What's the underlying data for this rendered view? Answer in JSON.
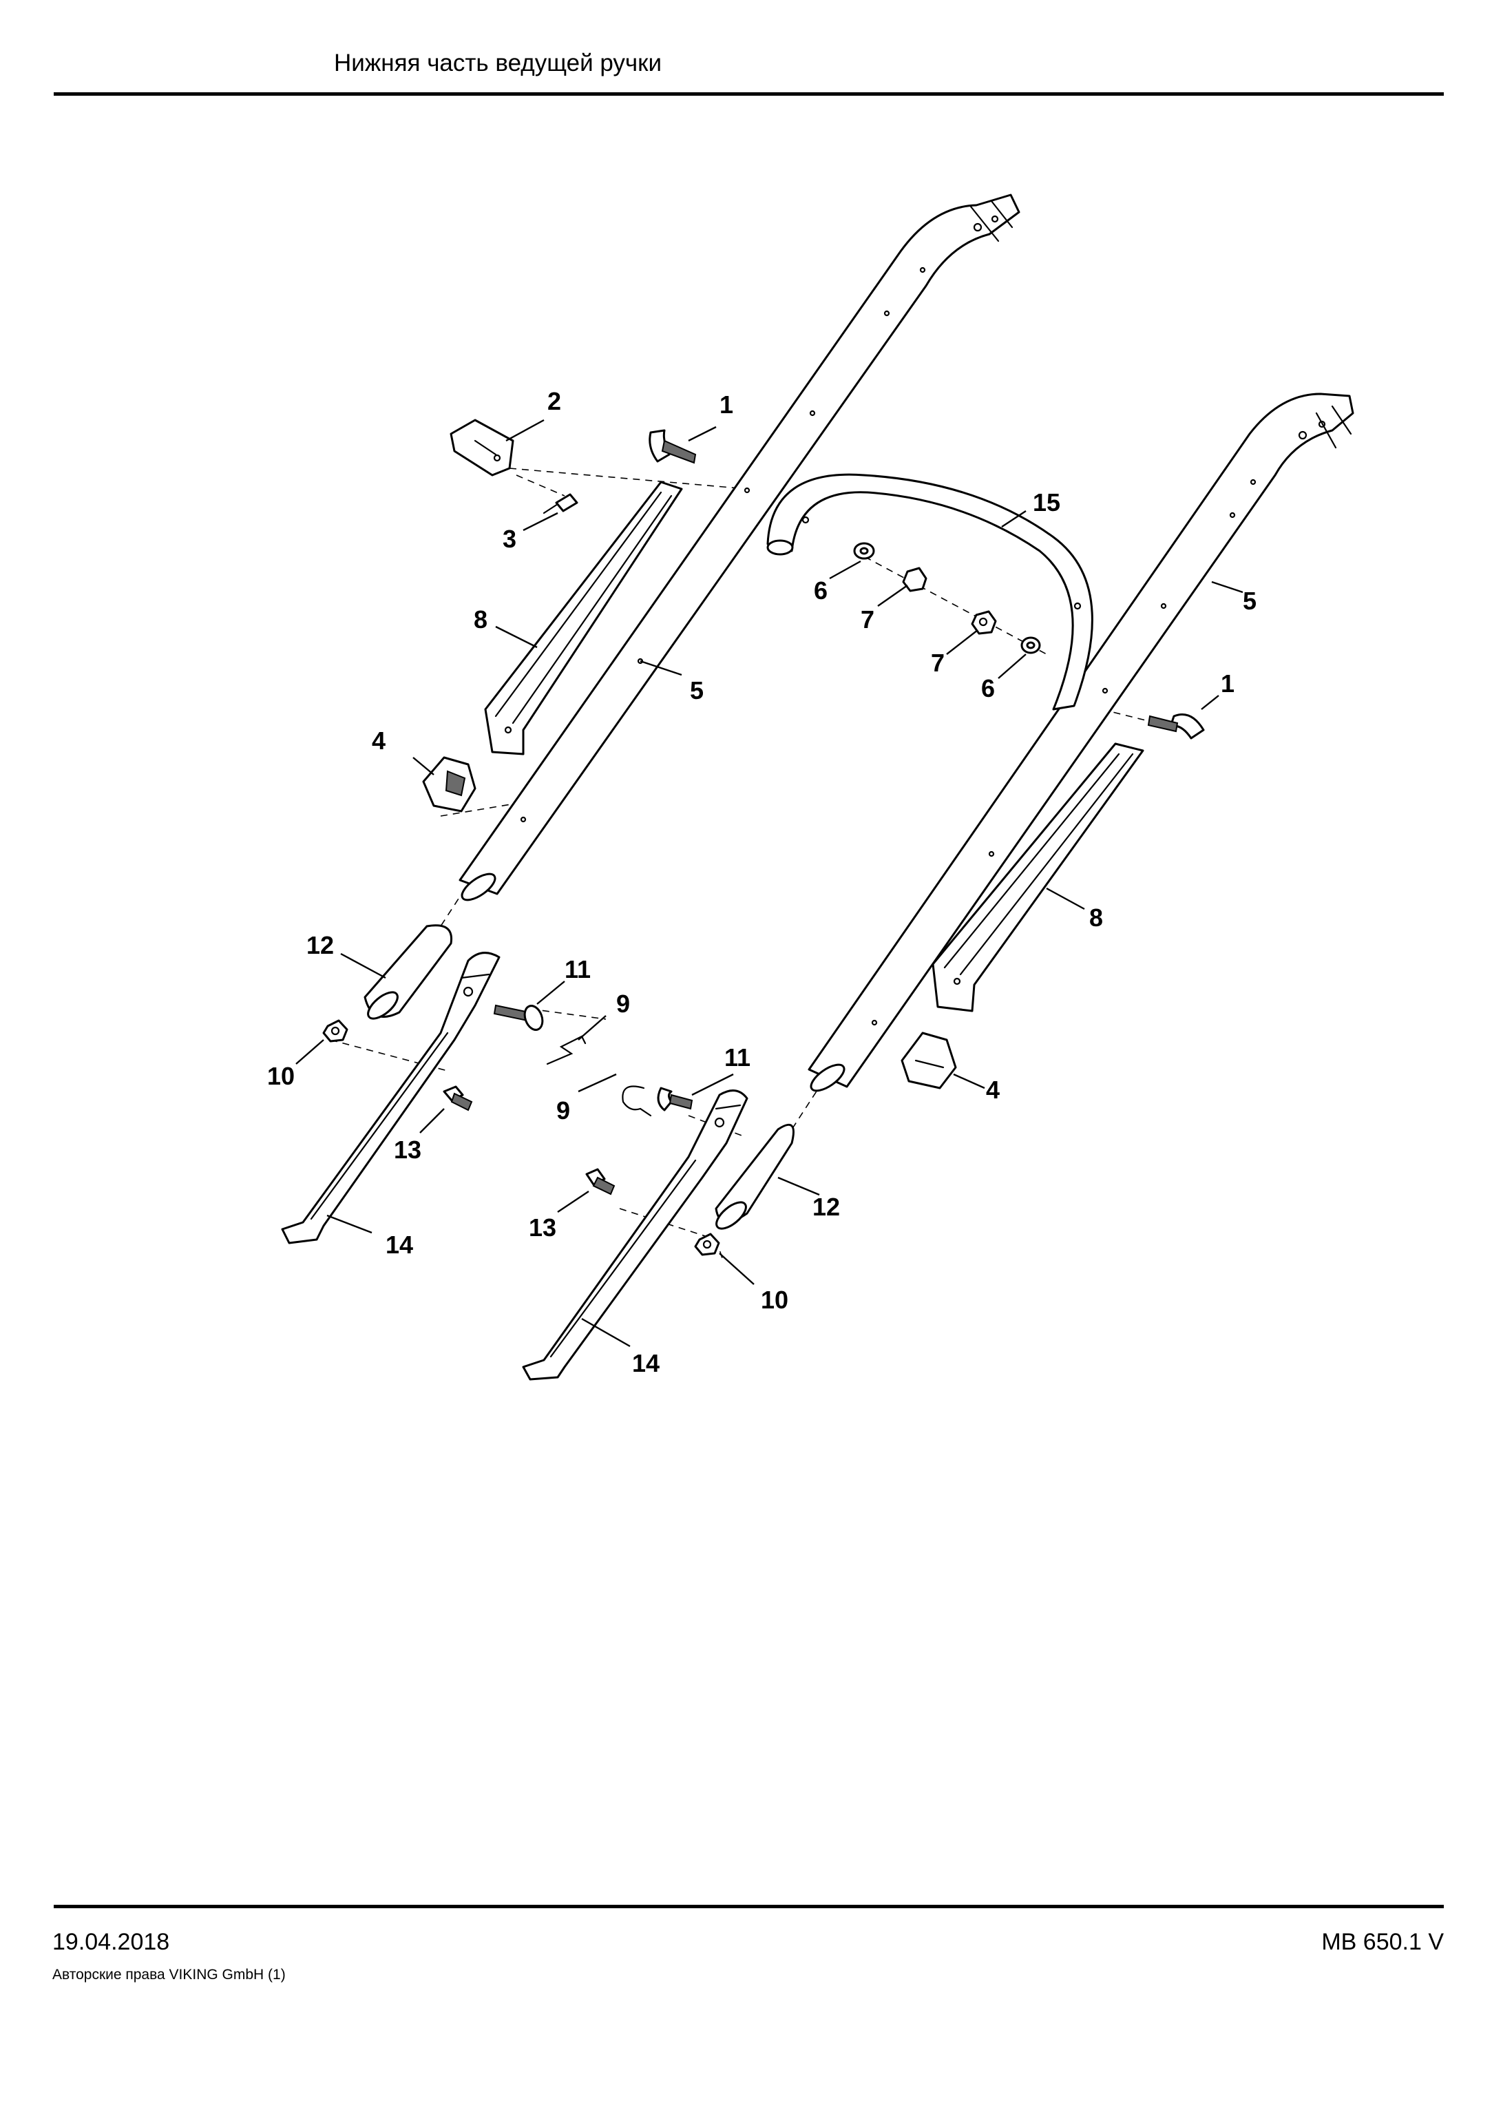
{
  "header": {
    "title": "Нижняя часть ведущей ручки"
  },
  "footer": {
    "date": "19.04.2018",
    "model": "MB 650.1 V",
    "copyright": "Авторские права VIKING GmbH  (1)"
  },
  "diagram": {
    "callouts": [
      "1",
      "2",
      "3",
      "8",
      "4",
      "5",
      "15",
      "6",
      "7",
      "7",
      "6",
      "5",
      "1",
      "8",
      "4",
      "12",
      "11",
      "9",
      "10",
      "13",
      "14",
      "9",
      "11",
      "12",
      "13",
      "10",
      "14"
    ]
  },
  "colors": {
    "line": "#000000",
    "background": "#ffffff",
    "shade": "#6b6b6b"
  }
}
